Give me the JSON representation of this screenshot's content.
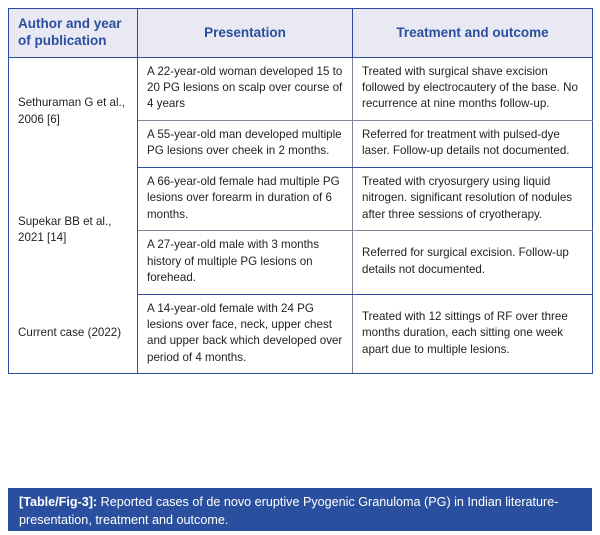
{
  "table": {
    "headers": {
      "author": "Author and year\nof publication",
      "author_line1": "Author and year",
      "author_line2": "of publication",
      "presentation": "Presentation",
      "outcome": "Treatment and outcome"
    },
    "records": [
      {
        "author": "Sethuraman G et al., 2006 [6]",
        "cases": [
          {
            "presentation": "A 22-year-old woman developed 15 to 20 PG lesions on scalp over course of 4 years",
            "outcome": "Treated with surgical shave excision followed by electrocautery of the base. No recurrence at nine months follow-up."
          },
          {
            "presentation": "A 55-year-old man developed multiple PG lesions over cheek in 2 months.",
            "outcome": "Referred for treatment with pulsed-dye laser. Follow-up details not documented."
          }
        ]
      },
      {
        "author": "Supekar BB et al., 2021 [14]",
        "cases": [
          {
            "presentation": "A 66-year-old female had multiple PG lesions over forearm in duration of 6 months.",
            "outcome": "Treated with cryosurgery using liquid nitrogen. significant resolution of nodules after three sessions of cryotherapy."
          },
          {
            "presentation": "A 27-year-old male with 3 months history of multiple PG lesions on forehead.",
            "outcome": "Referred for surgical excision. Follow-up details not  documented."
          }
        ]
      },
      {
        "author": "Current case (2022)",
        "cases": [
          {
            "presentation": "A 14-year-old female with 24 PG lesions over face, neck, upper chest and upper back which developed over period of 4 months.",
            "outcome": "Treated with 12 sittings of RF over three months duration, each sitting one week apart due to multiple lesions."
          }
        ]
      }
    ]
  },
  "caption": {
    "label": "[Table/Fig-3]:",
    "text": " Reported cases of de novo eruptive Pyogenic Granuloma (PG) in Indian literature- presentation, treatment and outcome."
  },
  "colors": {
    "accent_blue": "#2a4f9e",
    "header_bg": "#e8e9f3",
    "body_text": "#231f20",
    "caption_text": "#ffffff",
    "inner_divider": "#7e8596"
  }
}
